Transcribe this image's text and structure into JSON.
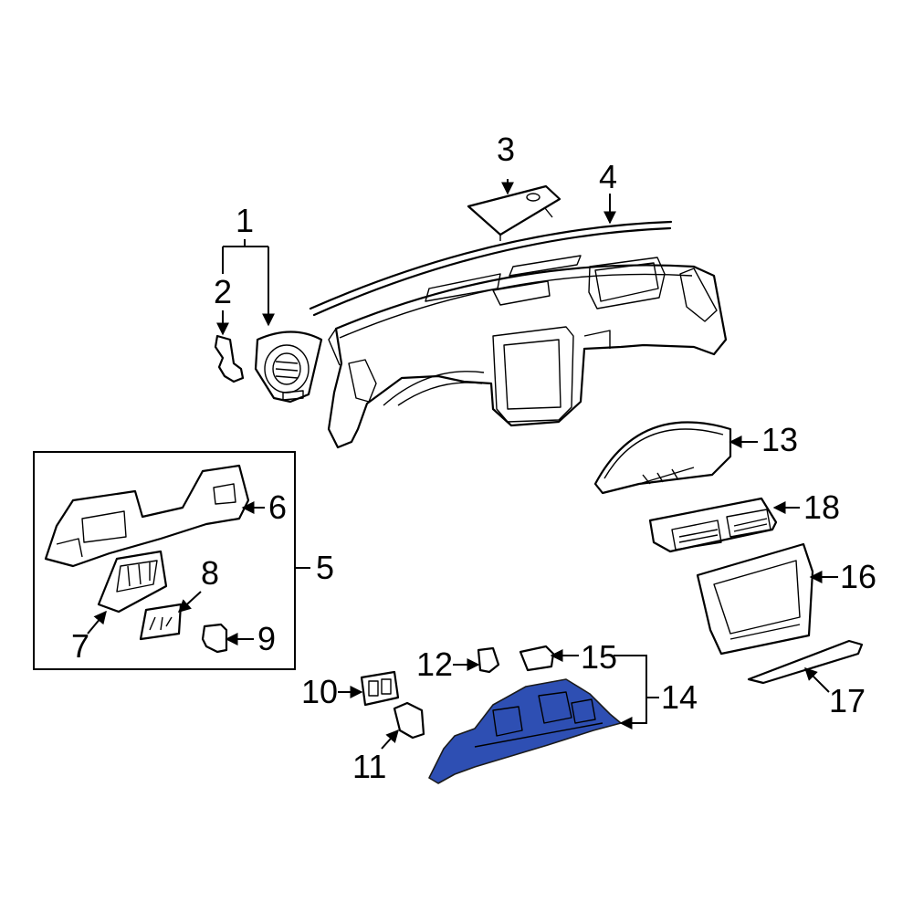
{
  "diagram": {
    "highlight_color": "#2e4fb3",
    "highlighted_part": "14",
    "callouts": [
      {
        "id": "c1",
        "label": "1"
      },
      {
        "id": "c2",
        "label": "2"
      },
      {
        "id": "c3",
        "label": "3"
      },
      {
        "id": "c4",
        "label": "4"
      },
      {
        "id": "c5",
        "label": "5"
      },
      {
        "id": "c6",
        "label": "6"
      },
      {
        "id": "c7",
        "label": "7"
      },
      {
        "id": "c8",
        "label": "8"
      },
      {
        "id": "c9",
        "label": "9"
      },
      {
        "id": "c10",
        "label": "10"
      },
      {
        "id": "c11",
        "label": "11"
      },
      {
        "id": "c12",
        "label": "12"
      },
      {
        "id": "c13",
        "label": "13"
      },
      {
        "id": "c14",
        "label": "14"
      },
      {
        "id": "c15",
        "label": "15"
      },
      {
        "id": "c16",
        "label": "16"
      },
      {
        "id": "c17",
        "label": "17"
      },
      {
        "id": "c18",
        "label": "18"
      }
    ],
    "inset_box": {
      "label_ref": "5"
    }
  }
}
